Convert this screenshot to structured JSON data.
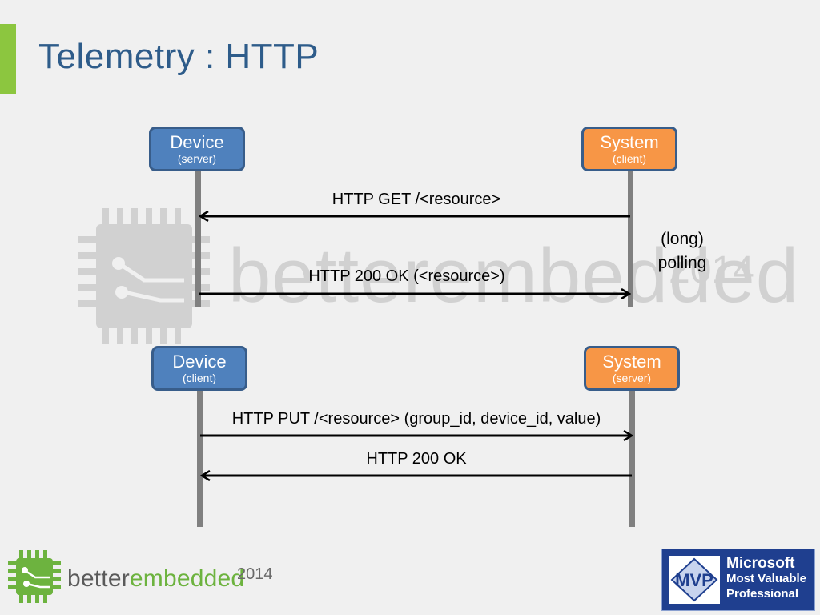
{
  "slide": {
    "title": "Telemetry : HTTP"
  },
  "watermark": {
    "text": "betterembedded",
    "year": "2014"
  },
  "diagram1": {
    "left_actor": {
      "name": "Device",
      "role": "(server)"
    },
    "right_actor": {
      "name": "System",
      "role": "(client)"
    },
    "messages": [
      {
        "label": "HTTP GET /<resource>",
        "direction": "right-to-left"
      },
      {
        "label": "HTTP 200 OK (<resource>)",
        "direction": "left-to-right"
      }
    ],
    "note_line1": "(long)",
    "note_line2": "polling"
  },
  "diagram2": {
    "left_actor": {
      "name": "Device",
      "role": "(client)"
    },
    "right_actor": {
      "name": "System",
      "role": "(server)"
    },
    "messages": [
      {
        "label": "HTTP PUT /<resource> (group_id, device_id, value)",
        "direction": "left-to-right"
      },
      {
        "label": "HTTP 200 OK",
        "direction": "right-to-left"
      }
    ]
  },
  "footer": {
    "logo_text_a": "better",
    "logo_text_b": "embedded",
    "logo_year": "2014",
    "badge_line1": "Microsoft",
    "badge_line2": "Most Valuable",
    "badge_line3": "Professional",
    "badge_mark": "MVP"
  },
  "colors": {
    "accent_green": "#8cc63f",
    "title_blue": "#2e5c8a",
    "actor_blue": "#4f81bd",
    "actor_orange": "#f79646",
    "lifeline_gray": "#808080"
  }
}
